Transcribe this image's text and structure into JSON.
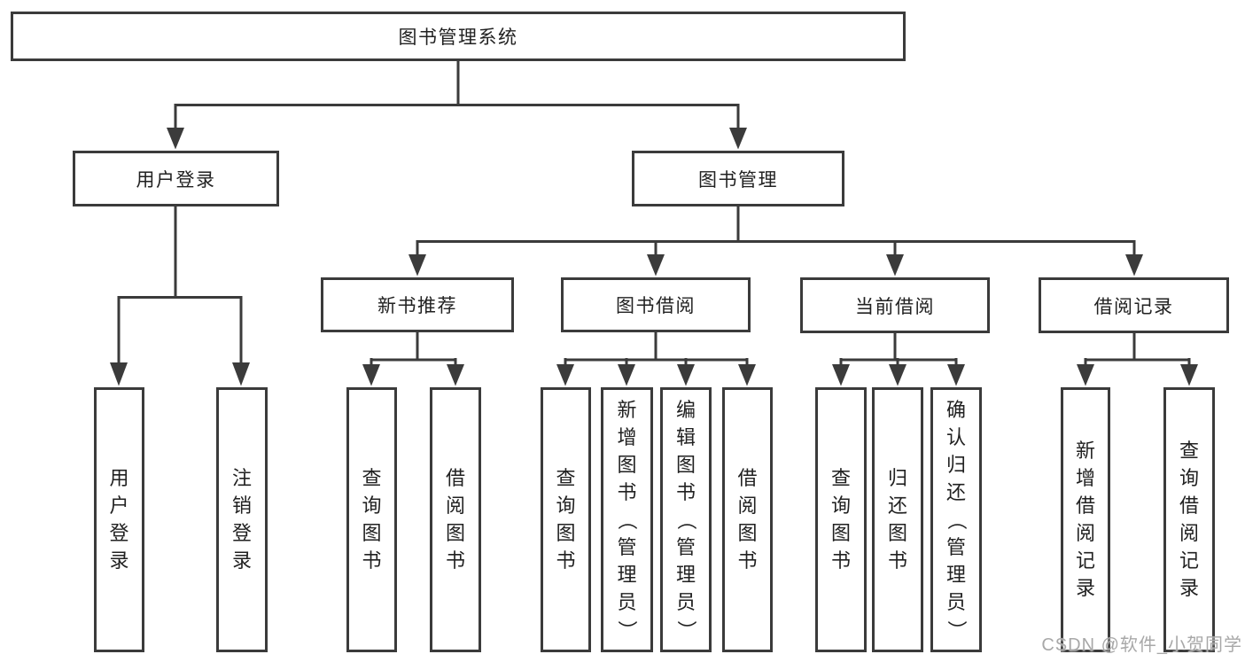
{
  "diagram_type": "hierarchy",
  "tree": {
    "label": "图书管理系统",
    "children": [
      {
        "label": "用户登录",
        "children": [
          {
            "label": "用户登录"
          },
          {
            "label": "注销登录"
          }
        ]
      },
      {
        "label": "图书管理",
        "children": [
          {
            "label": "新书推荐",
            "children": [
              {
                "label": "查询图书"
              },
              {
                "label": "借阅图书"
              }
            ]
          },
          {
            "label": "图书借阅",
            "children": [
              {
                "label": "查询图书"
              },
              {
                "label": "新增图书（管理员）"
              },
              {
                "label": "编辑图书（管理员）"
              },
              {
                "label": "借阅图书"
              }
            ]
          },
          {
            "label": "当前借阅",
            "children": [
              {
                "label": "查询图书"
              },
              {
                "label": "归还图书"
              },
              {
                "label": "确认归还（管理员）"
              }
            ]
          },
          {
            "label": "借阅记录",
            "children": [
              {
                "label": "新增借阅记录"
              },
              {
                "label": "查询借阅记录"
              }
            ]
          }
        ]
      }
    ]
  },
  "watermark": {
    "text": "CSDN @软件_小贺同学"
  },
  "colors": {
    "line": "#3b3b3b",
    "text": "#212121",
    "box_background": "#ffffff",
    "page_background": "#ffffff",
    "watermark": "#a8a8a8"
  }
}
